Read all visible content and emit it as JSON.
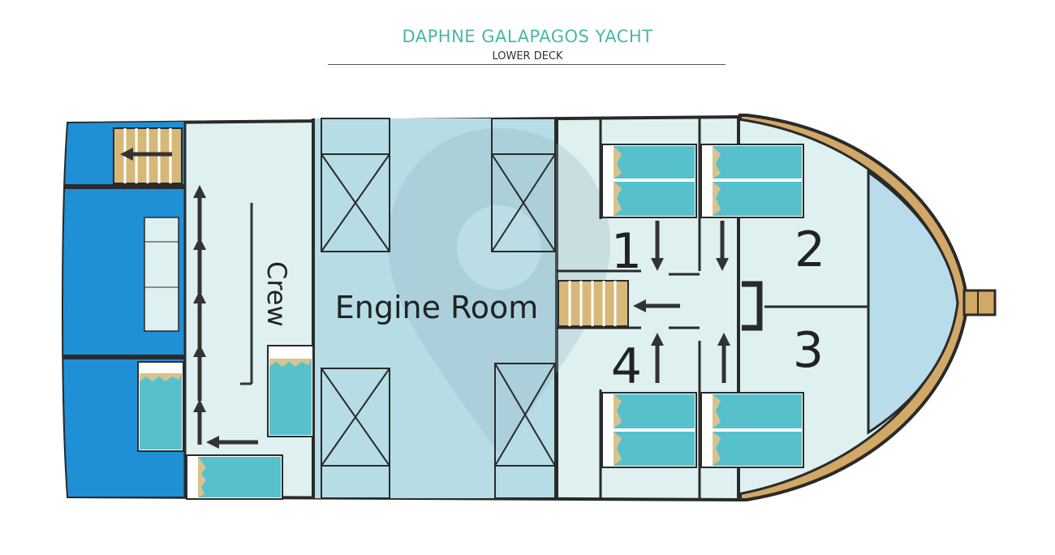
{
  "header": {
    "title": "DAPHNE GALAPAGOS YACHT",
    "subtitle": "LOWER DECK"
  },
  "rooms": {
    "crew_label": "Crew",
    "engine_label": "Engine Room"
  },
  "cabins": [
    {
      "number": "1"
    },
    {
      "number": "2"
    },
    {
      "number": "3"
    },
    {
      "number": "4"
    }
  ],
  "colors": {
    "title": "#4ab7a8",
    "hull_outline": "#2a2a2a",
    "floor": "#dff0f0",
    "engine_room": "#b6dde6",
    "stern_blue": "#1f8fd6",
    "bow_wood": "#d2a867",
    "bed_teal": "#56c0cc",
    "pillow_tan": "#d8c38e",
    "stairs_wood": "#d6b878",
    "marks": "#333333"
  },
  "icons": [
    "up-arrow-icon",
    "down-arrow-icon",
    "left-arrow-icon",
    "stairs-icon",
    "map-pin-watermark-icon"
  ]
}
